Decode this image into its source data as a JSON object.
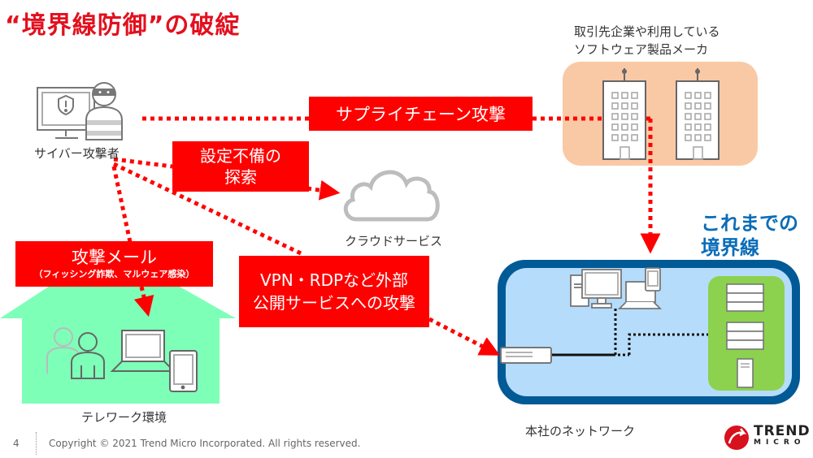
{
  "slide": {
    "title": "“境界線防御”の破綻",
    "page_number": "4",
    "copyright": "Copyright © 2021 Trend Micro Incorporated. All rights reserved."
  },
  "nodes": {
    "attacker": "サイバー攻撃者",
    "partners_line1": "取引先企業や利用している",
    "partners_line2": "ソフトウェア製品メーカ",
    "cloud": "クラウドサービス",
    "telework": "テレワーク環境",
    "headquarters": "本社のネットワーク",
    "boundary_line1": "これまでの",
    "boundary_line2": "境界線"
  },
  "attacks": {
    "supply_chain": "サプライチェーン攻撃",
    "misconfig_line1": "設定不備の",
    "misconfig_line2": "探索",
    "phishing_title": "攻撃メール",
    "phishing_sub": "（フィッシング詐欺、マルウェア感染）",
    "vpn_line1": "VPN・RDPなど外部",
    "vpn_line2": "公開サービスへの攻撃"
  },
  "logo": {
    "line1": "TREND",
    "line2": "MICRO"
  },
  "colors": {
    "title": "#e3101e",
    "attack_red": "#ff0000",
    "boundary_blue": "#005a96",
    "network_fill": "#b6dcfb",
    "server_zone": "#8cd24e",
    "partner_zone": "#f9c9a5",
    "telework_house": "#7effb8",
    "boundary_text": "#0a6cb8"
  }
}
